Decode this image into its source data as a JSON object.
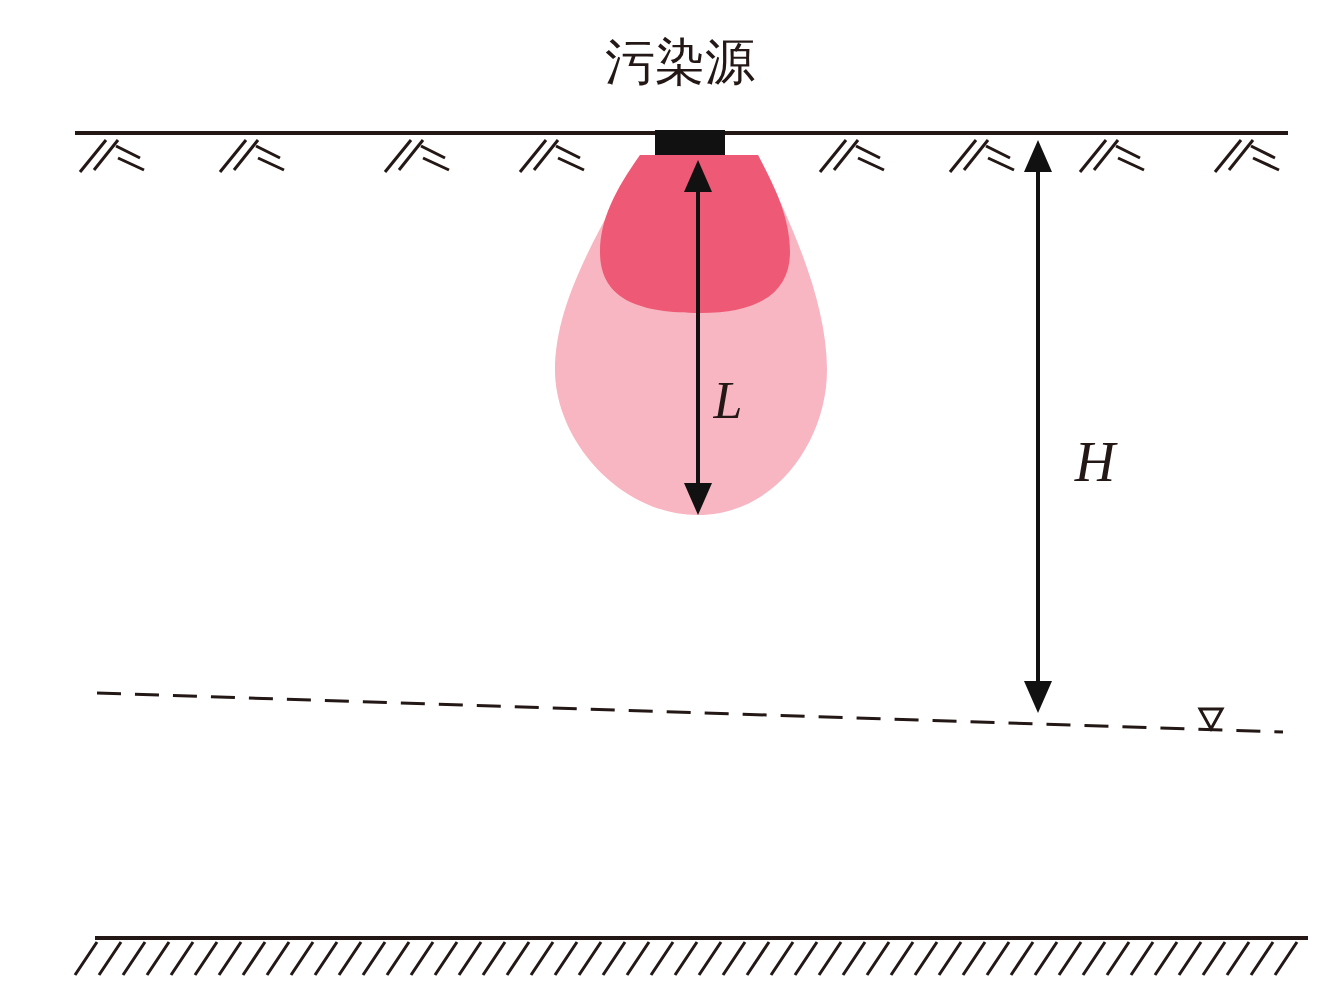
{
  "diagram": {
    "labels": [
      "污染源",
      "L",
      "H"
    ]
  }
}
